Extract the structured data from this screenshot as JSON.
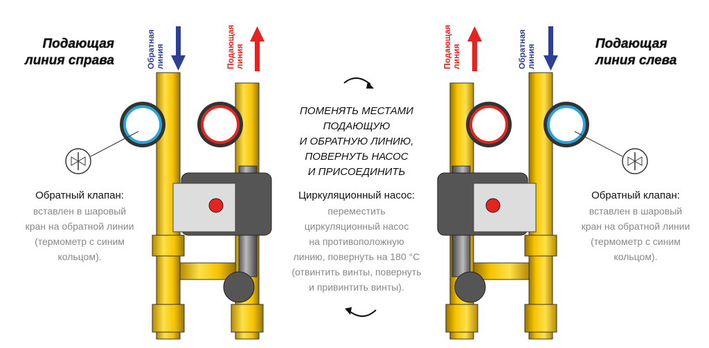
{
  "left": {
    "title_line1": "Подающая",
    "title_line2": "линия справа",
    "return_label_1": "Обратная",
    "return_label_2": "линия",
    "supply_label_1": "Подающая",
    "supply_label_2": "линия"
  },
  "right": {
    "title_line1": "Подающая",
    "title_line2": "линия слева",
    "return_label_1": "Обратная",
    "return_label_2": "линия",
    "supply_label_1": "Подающая",
    "supply_label_2": "линия"
  },
  "center": {
    "instruction": [
      "ПОМЕНЯТЬ МЕСТАМИ",
      "ПОДАЮЩУЮ",
      "И ОБРАТНУЮ ЛИНИЮ,",
      "ПОВЕРНУТЬ НАСОС",
      "И ПРИСОЕДИНИТЬ"
    ],
    "pump_heading": "Циркуляционный насос:",
    "pump_text": [
      "переместить",
      "циркуляционный насос",
      "на противоположную",
      "линию, повернуть на 180 °C",
      "(отвинтить винты, повернуть",
      "и привинтить винты)."
    ]
  },
  "check_valve": {
    "heading": "Обратный клапан:",
    "text": [
      "вставлен в шаровый",
      "кран на обратной линии",
      "(термометр с синим",
      "кольцом)."
    ]
  },
  "colors": {
    "supply": "#e52420",
    "return": "#2e3f95",
    "brass": "#f5c400"
  }
}
